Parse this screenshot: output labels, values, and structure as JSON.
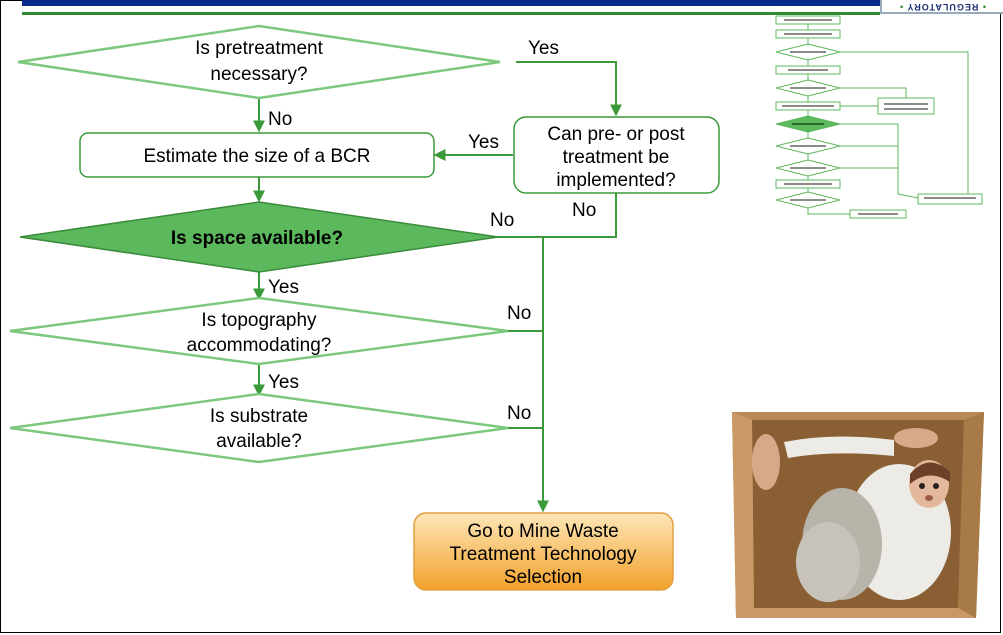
{
  "logo": {
    "text": "REGULATORY"
  },
  "nodes": {
    "pretreatment": "Is pretreatment necessary?",
    "pretreatment_l1": "Is pretreatment",
    "pretreatment_l2": "necessary?",
    "estimate": "Estimate the size of a BCR",
    "prepost_l1": "Can pre- or post",
    "prepost_l2": "treatment be",
    "prepost_l3": "implemented?",
    "space": "Is space available?",
    "topo_l1": "Is topography",
    "topo_l2": "accommodating?",
    "substrate_l1": "Is substrate",
    "substrate_l2": "available?",
    "goto_l1": "Go to Mine Waste",
    "goto_l2": "Treatment Technology",
    "goto_l3": "Selection"
  },
  "edges": {
    "pretreat_yes": "Yes",
    "pretreat_no": "No",
    "prepost_yes": "Yes",
    "prepost_no": "No",
    "space_no": "No",
    "space_yes": "Yes",
    "topo_no": "No",
    "topo_yes": "Yes",
    "substrate_no": "No"
  },
  "colors": {
    "green_line": "#3a9a3a",
    "diamond_stroke": "#7cc87c",
    "highlight_fill": "#5cb85c",
    "orange_top": "#fde1a6",
    "orange_bottom": "#f2a12a"
  },
  "images": {
    "mini_flowchart": "thumbnail of full flowchart",
    "photo": "person squeezed inside a cardboard box"
  }
}
